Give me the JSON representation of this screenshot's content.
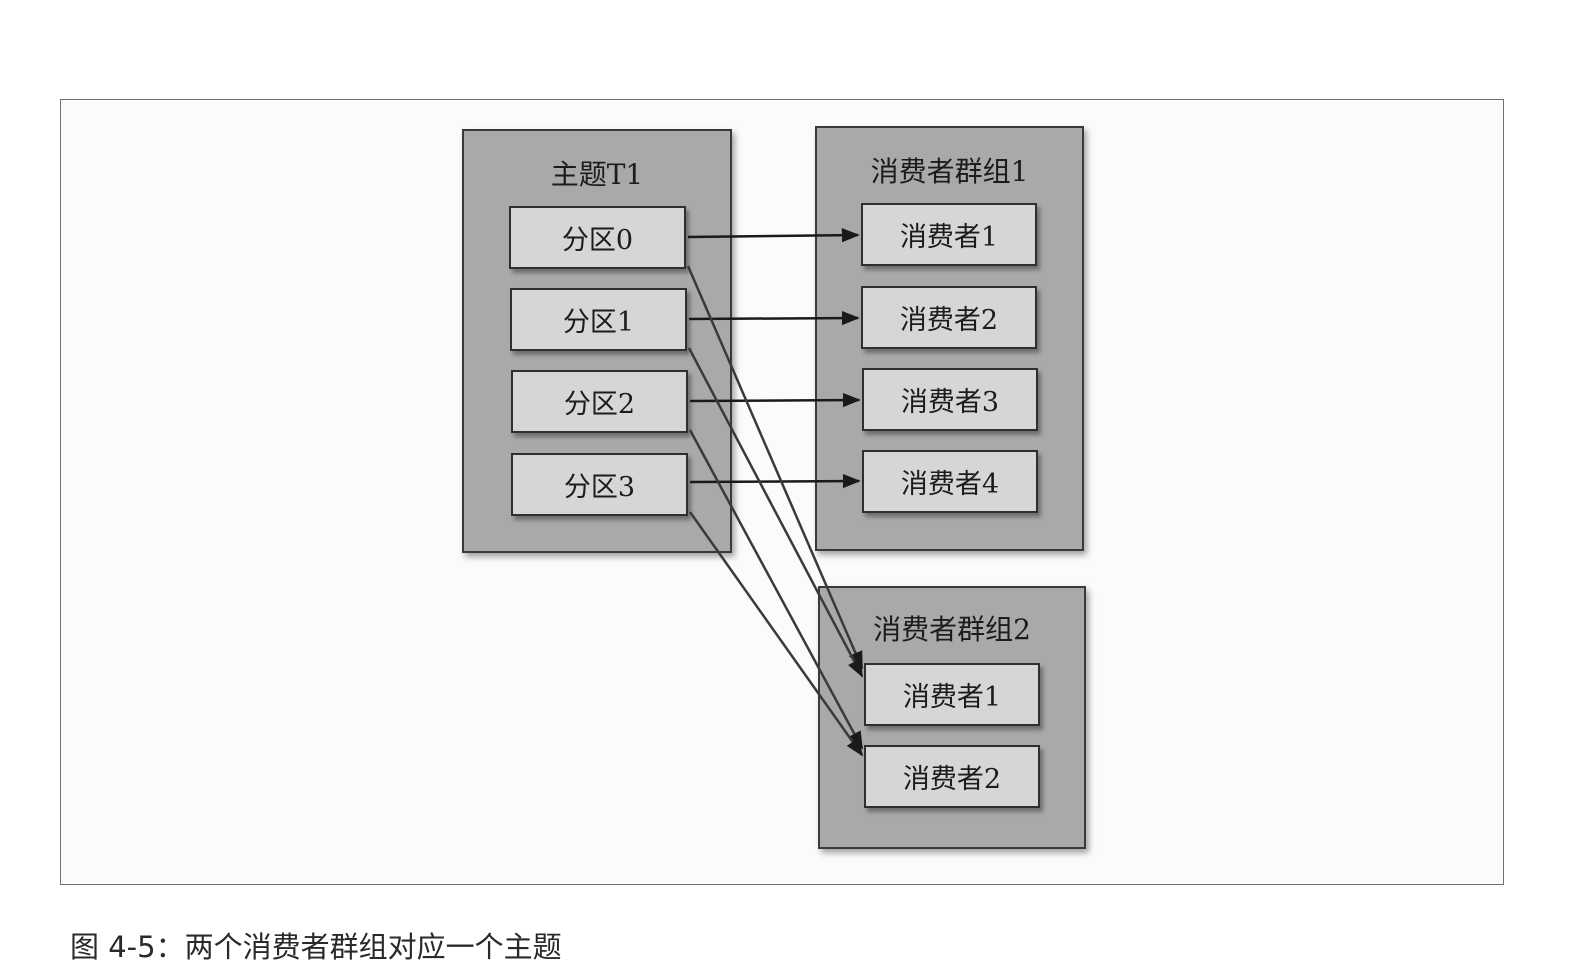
{
  "topic": {
    "title": "主题T1",
    "partitions": [
      "分区0",
      "分区1",
      "分区2",
      "分区3"
    ]
  },
  "consumer_group_1": {
    "title": "消费者群组1",
    "consumers": [
      "消费者1",
      "消费者2",
      "消费者3",
      "消费者4"
    ]
  },
  "consumer_group_2": {
    "title": "消费者群组2",
    "consumers": [
      "消费者1",
      "消费者2"
    ]
  },
  "caption": "图 4-5：两个消费者群组对应一个主题",
  "colors": {
    "group_fill": "#a9a9a9",
    "box_fill": "#d6d6d6",
    "stroke": "#2f2f2f"
  }
}
